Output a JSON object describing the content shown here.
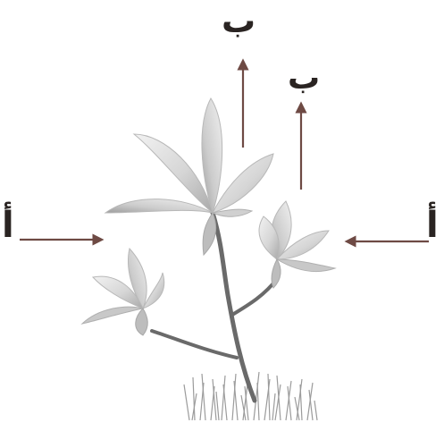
{
  "labels": {
    "top_center": "ب",
    "top_right": "ب",
    "left": "أ",
    "right": "أ"
  },
  "colors": {
    "arrow": "#6e4a44",
    "text": "#2a2422",
    "leaf_light": "#eeeeee",
    "leaf_mid": "#cfcfcf",
    "leaf_dark": "#9a9a9a",
    "stem": "#6a6a6a",
    "grass": "#8a8a8a"
  }
}
